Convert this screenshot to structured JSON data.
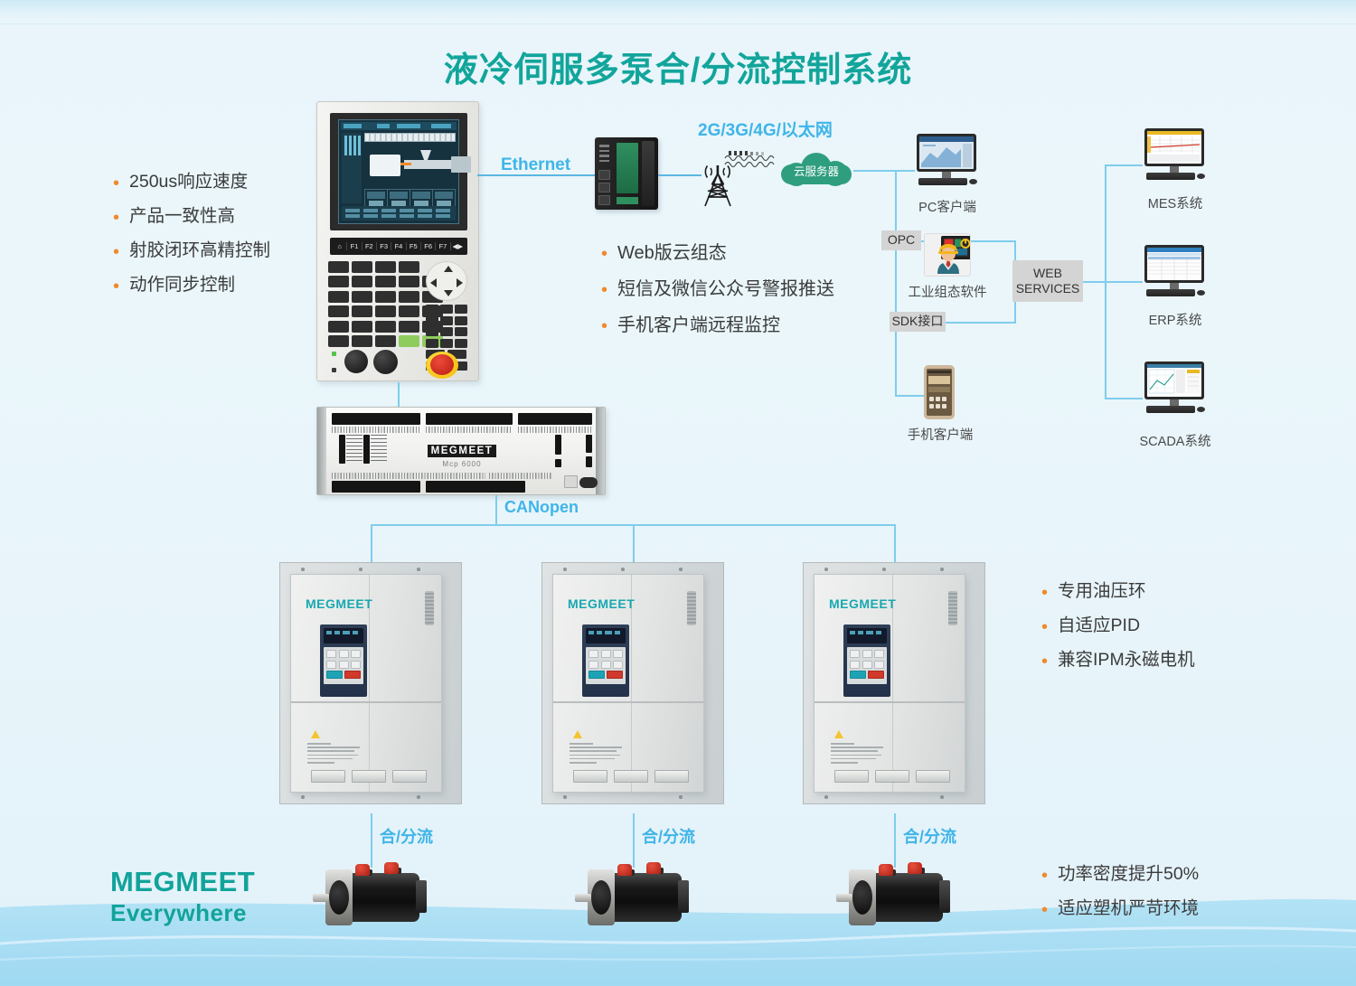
{
  "page": {
    "title": "液冷伺服多泵合/分流控制系统",
    "title_color": "#12a59b",
    "bg_color": "#eaf6fa",
    "accent_blue": "#3fb5e8",
    "bullet_dot_color": "#f08a2c"
  },
  "left_features": {
    "items": [
      {
        "label": "250us响应速度"
      },
      {
        "label": "产品一致性高"
      },
      {
        "label": "射胶闭环高精控制"
      },
      {
        "label": "动作同步控制"
      }
    ]
  },
  "middle_features": {
    "items": [
      {
        "label": "Web版云组态"
      },
      {
        "label": "短信及微信公众号警报推送"
      },
      {
        "label": "手机客户端远程监控"
      }
    ]
  },
  "right_features_drive": {
    "items": [
      {
        "label": "专用油压环"
      },
      {
        "label": "自适应PID"
      },
      {
        "label": "兼容IPM永磁电机"
      }
    ]
  },
  "right_features_motor": {
    "items": [
      {
        "label": "功率密度提升50%"
      },
      {
        "label": "适应塑机严苛环境"
      }
    ]
  },
  "network": {
    "ethernet_label": "Ethernet",
    "wireless_label": "2G/3G/4G/以太网",
    "cloud_label": "云服务器",
    "fieldbus_label": "CANopen"
  },
  "flow_labels": {
    "drive_1": "合/分流",
    "drive_2": "合/分流",
    "drive_3": "合/分流"
  },
  "interfaces": {
    "opc": "OPC",
    "sdk": "SDK接口",
    "web_services": "WEB\nSERVICES",
    "web_services_line1": "WEB",
    "web_services_line2": "SERVICES"
  },
  "clients": {
    "pc": "PC客户端",
    "scada_software": "工业组态软件",
    "mobile": "手机客户端"
  },
  "enterprise_systems": [
    {
      "label": "MES系统"
    },
    {
      "label": "ERP系统"
    },
    {
      "label": "SCADA系统"
    }
  ],
  "hmi": {
    "function_keys": [
      "⌂",
      "F1",
      "F2",
      "F3",
      "F4",
      "F5",
      "F6",
      "F7",
      "◀▶"
    ]
  },
  "controller": {
    "brand": "MEGMEET",
    "model": "Mcp 6000"
  },
  "drive": {
    "brand": "MEGMEET"
  },
  "brand": {
    "name": "MEGMEET",
    "tagline": "Everywhere",
    "color": "#11a39a"
  }
}
